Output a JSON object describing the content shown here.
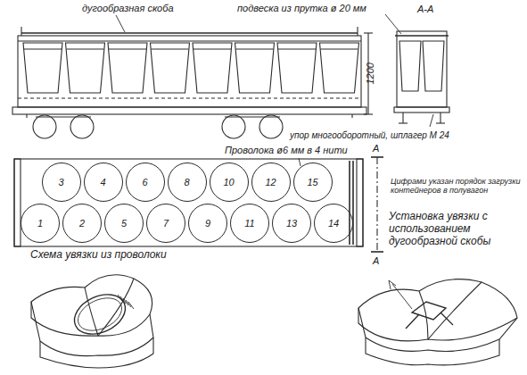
{
  "diagram": {
    "nodes": [
      {
        "text": [
          "3"
        ]
      },
      {
        "text": [
          "4"
        ]
      },
      {
        "text": [
          "6"
        ]
      },
      {
        "text": [
          "8"
        ]
      },
      {
        "text": [
          "10"
        ]
      },
      {
        "text": [
          "12"
        ]
      },
      {
        "text": [
          "15"
        ]
      },
      {
        "text": [
          "1"
        ]
      },
      {
        "text": [
          "2"
        ]
      },
      {
        "text": [
          "5"
        ]
      },
      {
        "text": [
          "7"
        ]
      },
      {
        "text": [
          "9"
        ]
      },
      {
        "text": [
          "11"
        ]
      },
      {
        "text": [
          "13"
        ]
      },
      {
        "text": [
          "14"
        ]
      }
    ],
    "labels": [
      "дугообразная скоба",
      "подвеска из прутка ø 20 мм",
      "А-А",
      "1200",
      "упор многооборотный, шплагер М 24",
      "А",
      "Проволока ø6 мм в 4 нити",
      "А",
      "Цифрами указан порядок загрузки контейнеров в полувагон",
      "Схема увязки из проволоки",
      "Установка увязки с использованием дугообразной скобы"
    ]
  }
}
